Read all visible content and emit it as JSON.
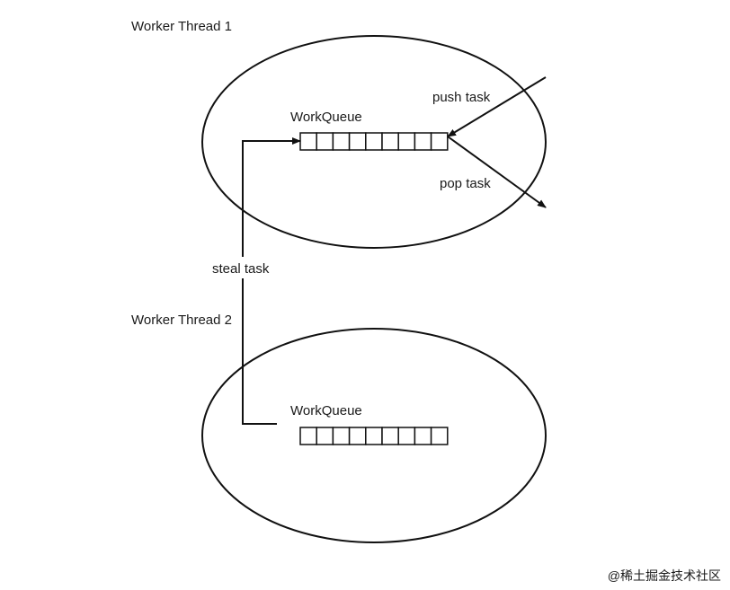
{
  "diagram": {
    "thread1_label": "Worker Thread 1",
    "thread2_label": "Worker Thread 2",
    "queue1_label": "WorkQueue",
    "queue2_label": "WorkQueue",
    "push_label": "push task",
    "pop_label": "pop task",
    "steal_label": "steal task",
    "queue1_slots": 9,
    "queue2_slots": 9
  },
  "watermark": {
    "text": "@稀土掘金技术社区"
  }
}
